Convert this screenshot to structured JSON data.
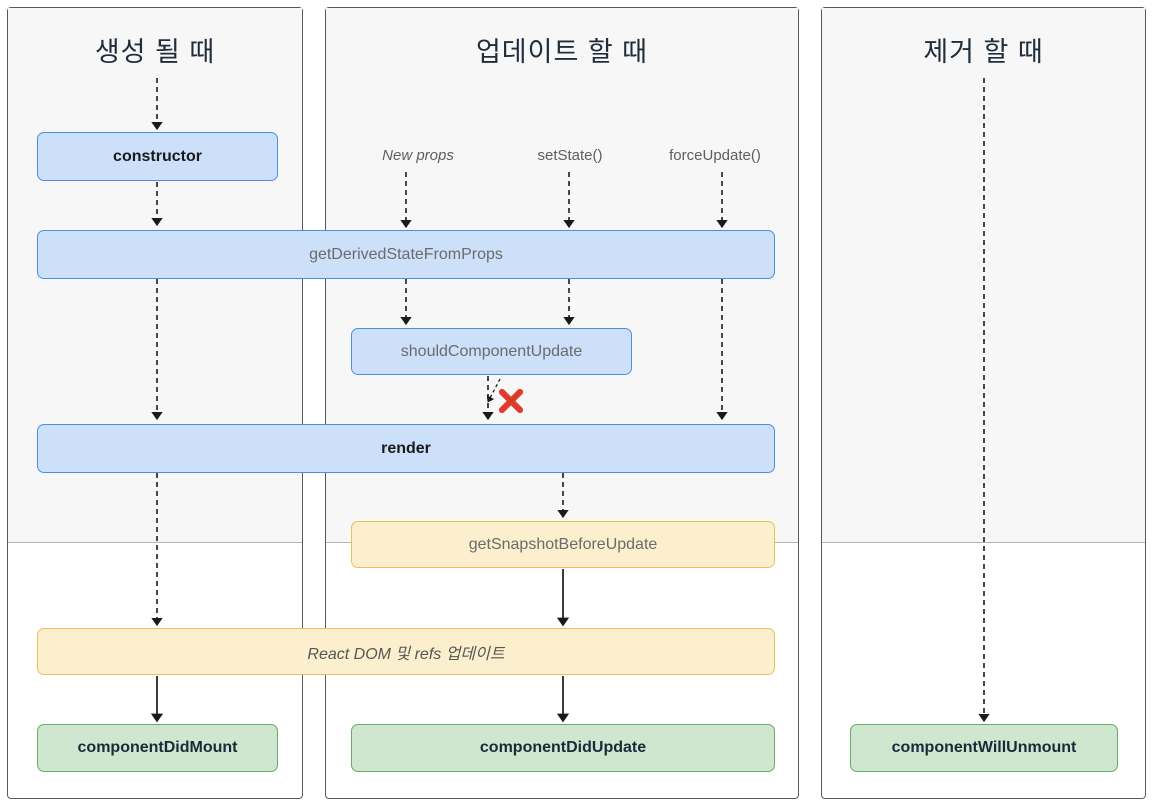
{
  "diagram": {
    "title_hidden": "React Component Lifecycle (Korean)",
    "panels": [
      {
        "id": "mounting",
        "title": "생성 될 때"
      },
      {
        "id": "updating",
        "title": "업데이트 할 때"
      },
      {
        "id": "unmounting",
        "title": "제거 할 때"
      }
    ],
    "triggers": [
      {
        "label": "New props",
        "italic": true
      },
      {
        "label": "setState()",
        "italic": false
      },
      {
        "label": "forceUpdate()",
        "italic": false
      }
    ],
    "nodes": {
      "constructor": "constructor",
      "get_derived_state": "getDerivedStateFromProps",
      "should_component_update": "shouldComponentUpdate",
      "render": "render",
      "get_snapshot": "getSnapshotBeforeUpdate",
      "react_dom_refs": "React DOM 및 refs 업데이트",
      "component_did_mount": "componentDidMount",
      "component_did_update": "componentDidUpdate",
      "component_will_unmount": "componentWillUnmount"
    },
    "markers": {
      "skip_render_x": "✖"
    },
    "colors": {
      "blue_fill": "#cce0fa",
      "blue_stroke": "#4a90e2",
      "yellow_fill": "#fcefcd",
      "yellow_stroke": "#e8c158",
      "green_fill": "#cfe6cf",
      "green_stroke": "#6aab6a",
      "panel_border": "#595959",
      "panel_top_bg": "#f7f7f7",
      "page_bg": "#ffffff",
      "x_mark_red": "#e03e2d",
      "arrow_dark": "#1a1a1a"
    }
  }
}
